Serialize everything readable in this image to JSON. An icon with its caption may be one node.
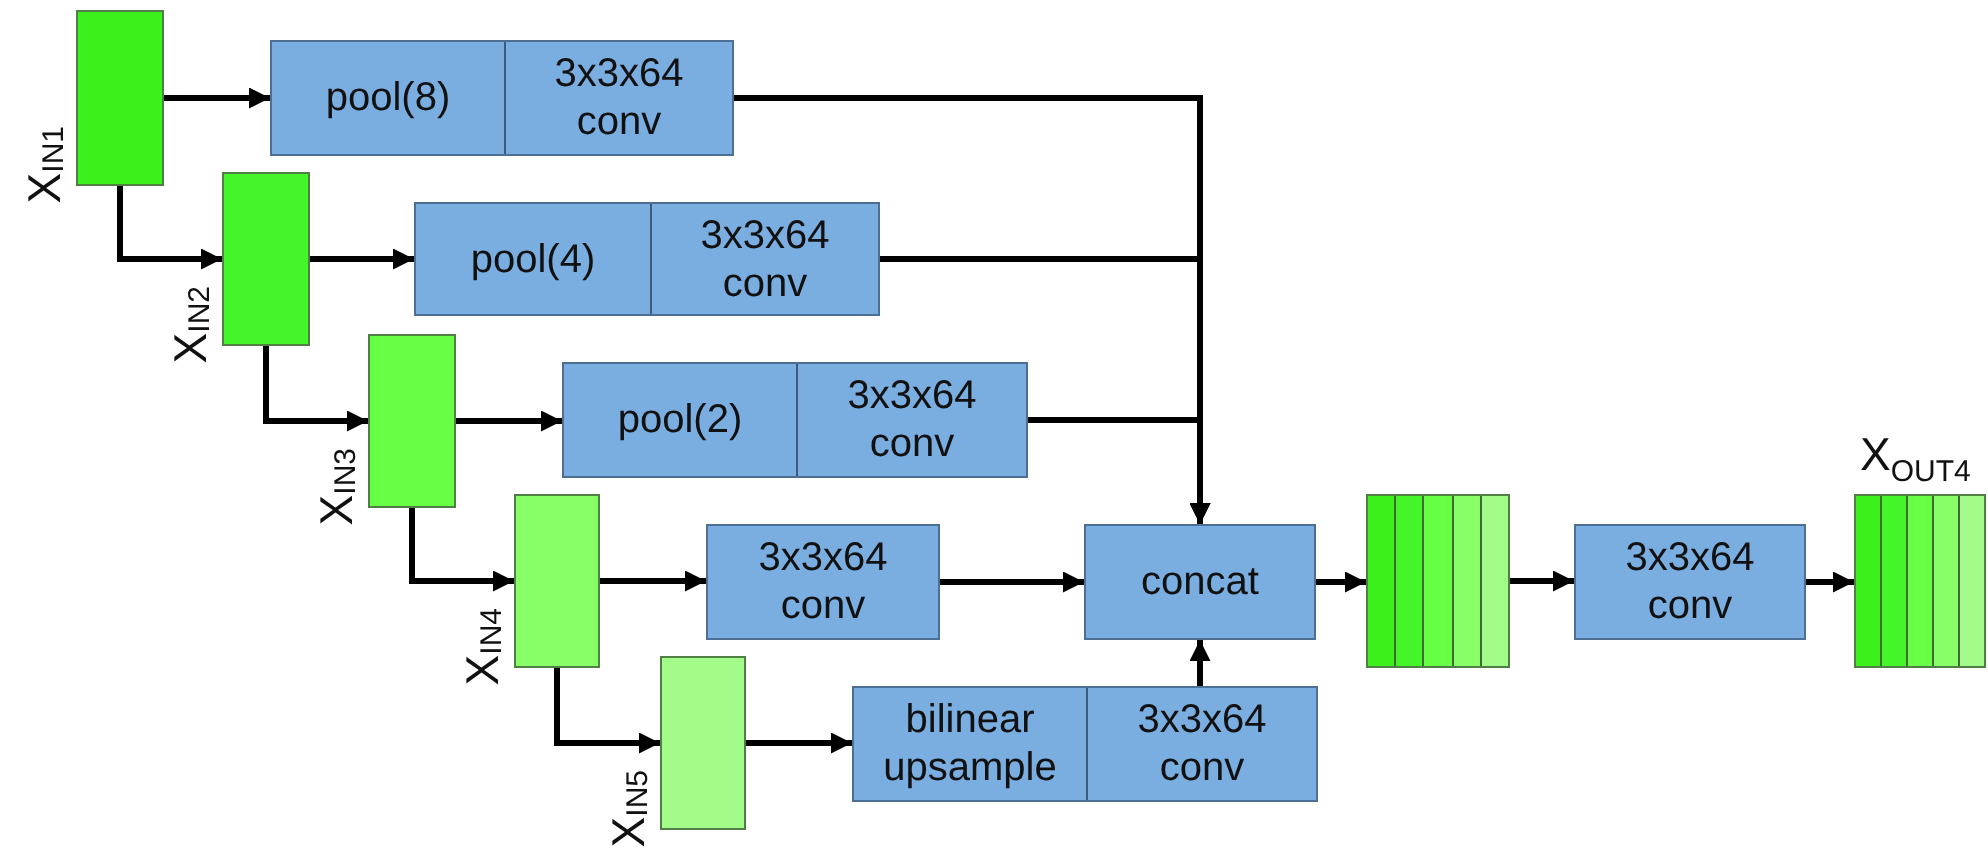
{
  "diagram": {
    "nodes": [
      {
        "text": [
          "X$_{IN1}$"
        ]
      },
      {
        "text": [
          "pool(8)",
          "3x3x64 conv"
        ]
      },
      {
        "text": [
          "X$_{IN2}$"
        ]
      },
      {
        "text": [
          "pool(4)",
          "3x3x64 conv"
        ]
      },
      {
        "text": [
          "X$_{IN3}$"
        ]
      },
      {
        "text": [
          "pool(2)",
          "3x3x64 conv"
        ]
      },
      {
        "text": [
          "X$_{IN4}$"
        ]
      },
      {
        "text": [
          "3x3x64 conv"
        ]
      },
      {
        "text": [
          "X$_{IN5}$"
        ]
      },
      {
        "text": [
          "bilinear upsample",
          "3x3x64 conv"
        ]
      },
      {
        "text": [
          "concat"
        ]
      },
      {
        "text": [],
        "shape": "box"
      },
      {
        "text": [
          "3x3x64 conv"
        ]
      },
      {
        "text": [
          "X$_{OUT4}$"
        ]
      }
    ],
    "edges": [
      {
        "from": 0,
        "to": 1,
        "arrow": "to"
      },
      {
        "from": 0,
        "to": 2,
        "arrow": "to"
      },
      {
        "from": 2,
        "to": 3,
        "arrow": "to"
      },
      {
        "from": 2,
        "to": 4,
        "arrow": "to"
      },
      {
        "from": 4,
        "to": 5,
        "arrow": "to"
      },
      {
        "from": 4,
        "to": 6,
        "arrow": "to"
      },
      {
        "from": 6,
        "to": 7,
        "arrow": "to"
      },
      {
        "from": 6,
        "to": 8,
        "arrow": "to"
      },
      {
        "from": 8,
        "to": 9,
        "arrow": "to"
      },
      {
        "from": 1,
        "to": 10,
        "arrow": "to"
      },
      {
        "from": 3,
        "to": 10,
        "arrow": "to"
      },
      {
        "from": 5,
        "to": 10,
        "arrow": "to"
      },
      {
        "from": 7,
        "to": 10,
        "arrow": "to"
      },
      {
        "from": 9,
        "to": 10,
        "arrow": "to"
      },
      {
        "from": 10,
        "to": 11,
        "arrow": "to"
      },
      {
        "from": 11,
        "to": 12,
        "arrow": "to"
      },
      {
        "from": 12,
        "to": 13,
        "arrow": "to"
      }
    ]
  }
}
